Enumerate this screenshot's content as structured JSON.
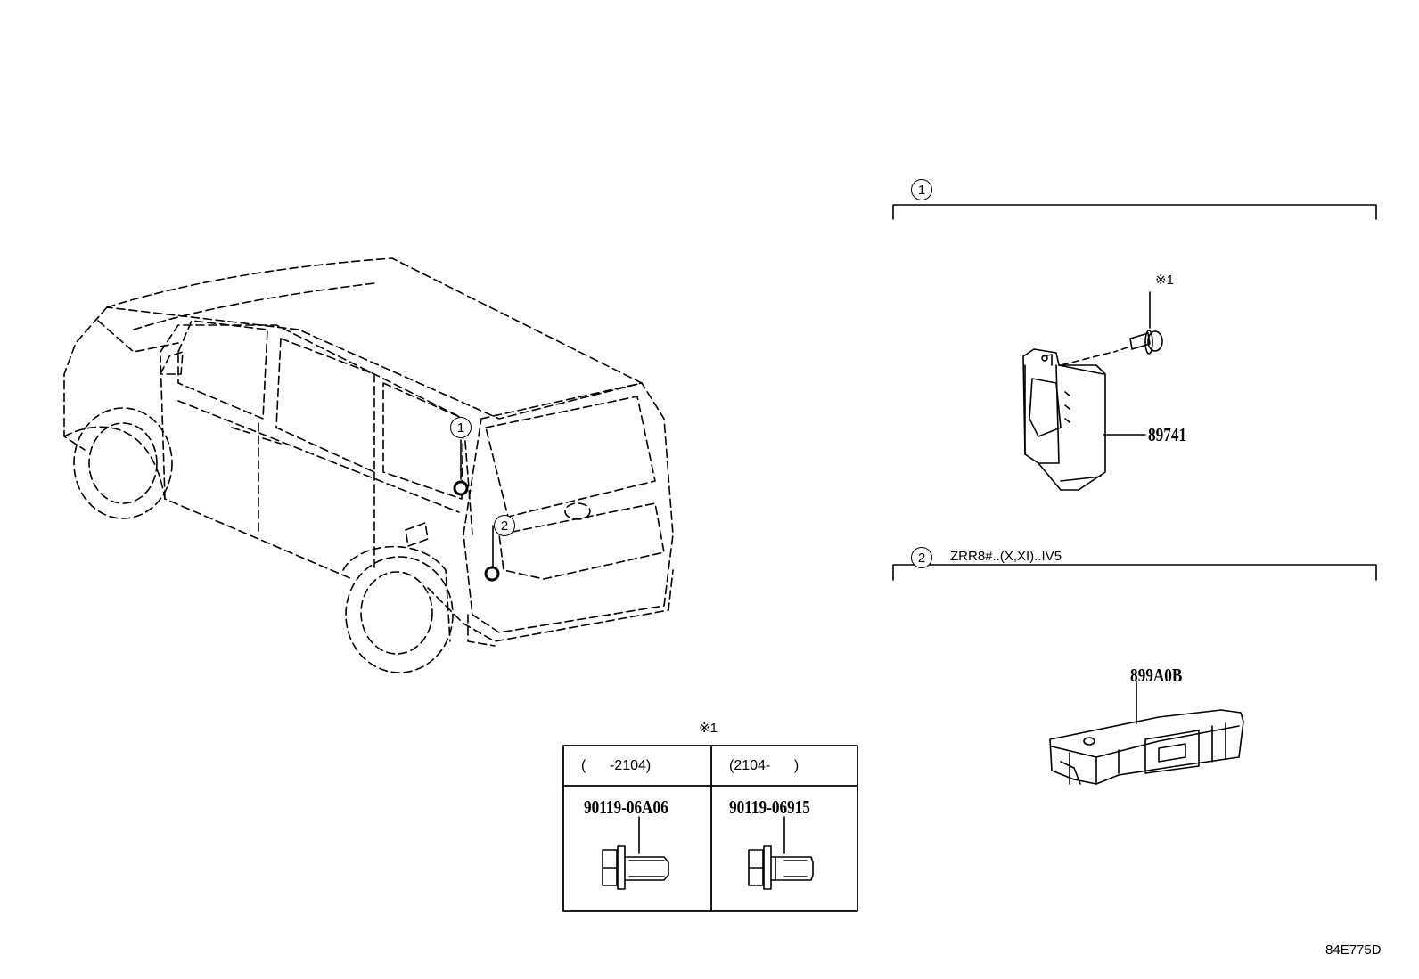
{
  "callouts": {
    "one": "1",
    "two": "2"
  },
  "section1": {
    "marker": "1",
    "note_ref": "※1",
    "part_number": "89741"
  },
  "section2": {
    "marker": "2",
    "condition": "ZRR8#..(X,XI)..IV5",
    "part_number": "899A0B"
  },
  "bolt_table": {
    "note_ref": "※1",
    "columns": [
      {
        "range": "(      -2104)",
        "part_number": "90119-06A06"
      },
      {
        "range": "(2104-      )",
        "part_number": "90119-06915"
      }
    ]
  },
  "diagram_code": "84E775D"
}
